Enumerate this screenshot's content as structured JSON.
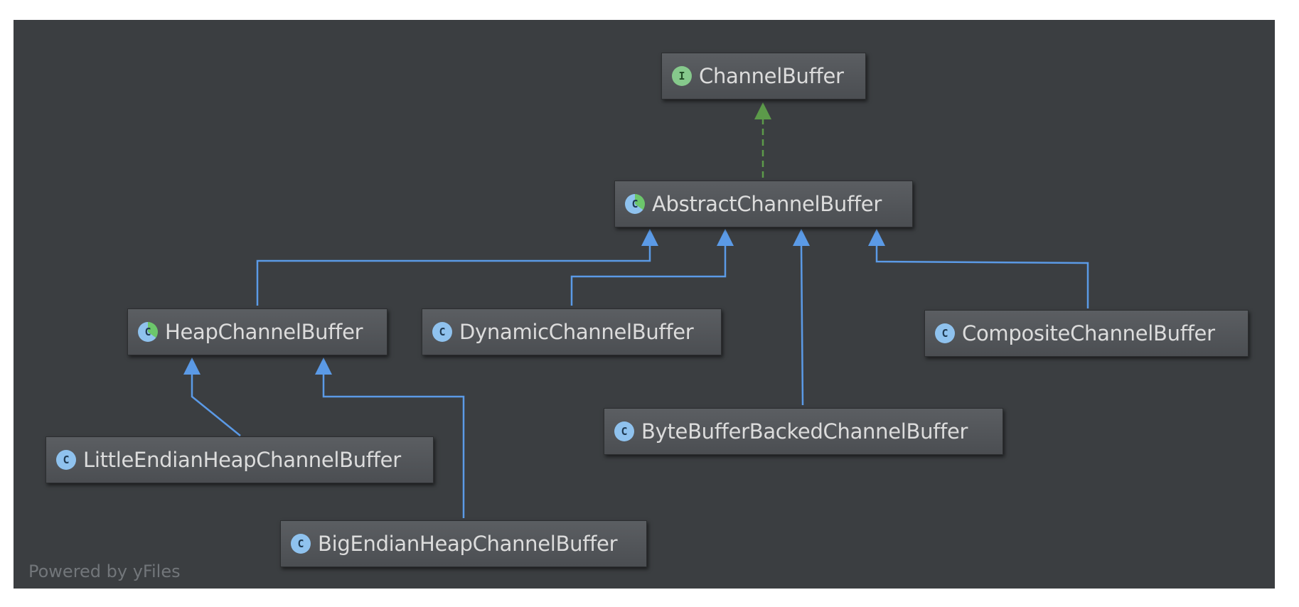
{
  "diagram": {
    "nodes": {
      "channel_buffer": {
        "kind": "interface",
        "badge": "I",
        "label": "ChannelBuffer"
      },
      "abstract_channel_buffer": {
        "kind": "abstract",
        "badge": "C",
        "label": "AbstractChannelBuffer"
      },
      "heap_channel_buffer": {
        "kind": "abstract",
        "badge": "C",
        "label": "HeapChannelBuffer"
      },
      "dynamic_channel_buffer": {
        "kind": "class",
        "badge": "C",
        "label": "DynamicChannelBuffer"
      },
      "composite_channel_buffer": {
        "kind": "class",
        "badge": "C",
        "label": "CompositeChannelBuffer"
      },
      "byte_buffer_backed_channel_buffer": {
        "kind": "class",
        "badge": "C",
        "label": "ByteBufferBackedChannelBuffer"
      },
      "little_endian_heap_channel_buffer": {
        "kind": "class",
        "badge": "C",
        "label": "LittleEndianHeapChannelBuffer"
      },
      "big_endian_heap_channel_buffer": {
        "kind": "class",
        "badge": "C",
        "label": "BigEndianHeapChannelBuffer"
      }
    },
    "edges": [
      {
        "from": "AbstractChannelBuffer",
        "to": "ChannelBuffer",
        "relation": "implements"
      },
      {
        "from": "HeapChannelBuffer",
        "to": "AbstractChannelBuffer",
        "relation": "extends"
      },
      {
        "from": "DynamicChannelBuffer",
        "to": "AbstractChannelBuffer",
        "relation": "extends"
      },
      {
        "from": "ByteBufferBackedChannelBuffer",
        "to": "AbstractChannelBuffer",
        "relation": "extends"
      },
      {
        "from": "CompositeChannelBuffer",
        "to": "AbstractChannelBuffer",
        "relation": "extends"
      },
      {
        "from": "LittleEndianHeapChannelBuffer",
        "to": "HeapChannelBuffer",
        "relation": "extends"
      },
      {
        "from": "BigEndianHeapChannelBuffer",
        "to": "HeapChannelBuffer",
        "relation": "extends"
      }
    ],
    "colors": {
      "background": "#3b3e41",
      "extends_edge": "#5b9ae6",
      "implements_edge": "#5c9a4a",
      "label_text": "#dcdcdc"
    },
    "footer": "Powered by yFiles"
  }
}
